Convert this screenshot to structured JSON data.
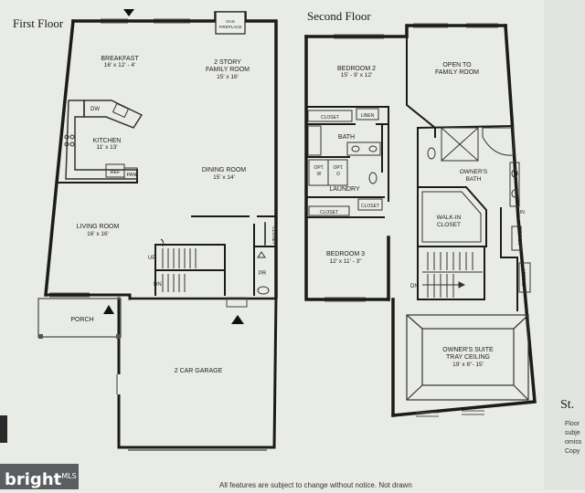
{
  "first_floor": {
    "heading": "First Floor",
    "rooms": {
      "breakfast": {
        "name": "BREAKFAST",
        "size": "16' x 12' - 4'"
      },
      "family_room": {
        "name1": "2 STORY",
        "name2": "FAMILY ROOM",
        "size": "15' x 16'"
      },
      "gas_fireplace": {
        "line1": "GAS",
        "line2": "FIREPLACE"
      },
      "dw": "DW",
      "kitchen": {
        "name": "KITCHEN",
        "size": "11' x 13'"
      },
      "refrigerator": "REF",
      "pantry": "PAN",
      "dining_room": {
        "name": "DINING ROOM",
        "size": "15' x 14'"
      },
      "living_room": {
        "name": "LIVING ROOM",
        "size": "16' x 16'"
      },
      "closet": "CLOSET",
      "up": "UP",
      "dn": "DN",
      "powder_room": "PR",
      "porch": "PORCH",
      "garage": "2 CAR GARAGE"
    }
  },
  "second_floor": {
    "heading": "Second Floor",
    "rooms": {
      "bedroom2": {
        "name": "BEDROOM 2",
        "size": "15' - 9' x 12'"
      },
      "open_to": {
        "line1": "OPEN TO",
        "line2": "FAMILY ROOM"
      },
      "closet_left": "CLOSET",
      "linen_top": "LINEN",
      "bath": "BATH",
      "opt_w": {
        "line1": "OPT.",
        "line2": "W"
      },
      "opt_d": {
        "line1": "OPT.",
        "line2": "D"
      },
      "laundry": "LAUNDRY",
      "closet_mid1": "CLOSET",
      "closet_mid2": "CLOSET",
      "owners_bath": {
        "line1": "OWNER'S",
        "line2": "BATH"
      },
      "walk_in": {
        "line1": "WALK-IN",
        "line2": "CLOSET"
      },
      "lin": "LIN",
      "linen_side": "LINEN",
      "closet_side": "CLOSET",
      "bedroom3": {
        "name": "BEDROOM 3",
        "size": "12' x 11' - 3\""
      },
      "dn": "DN",
      "owners_suite": {
        "line1": "OWNER'S SUITE",
        "line2": "TRAY CEILING",
        "size": "19' x 6\"- 15'"
      }
    }
  },
  "side_notes": {
    "st": "St.",
    "lines": [
      "Floor",
      "subje",
      "omiss",
      "Copy"
    ]
  },
  "footer": "All features are subject to change without notice. Not drawn",
  "badge": {
    "text": "bright",
    "mark": "MLS"
  }
}
